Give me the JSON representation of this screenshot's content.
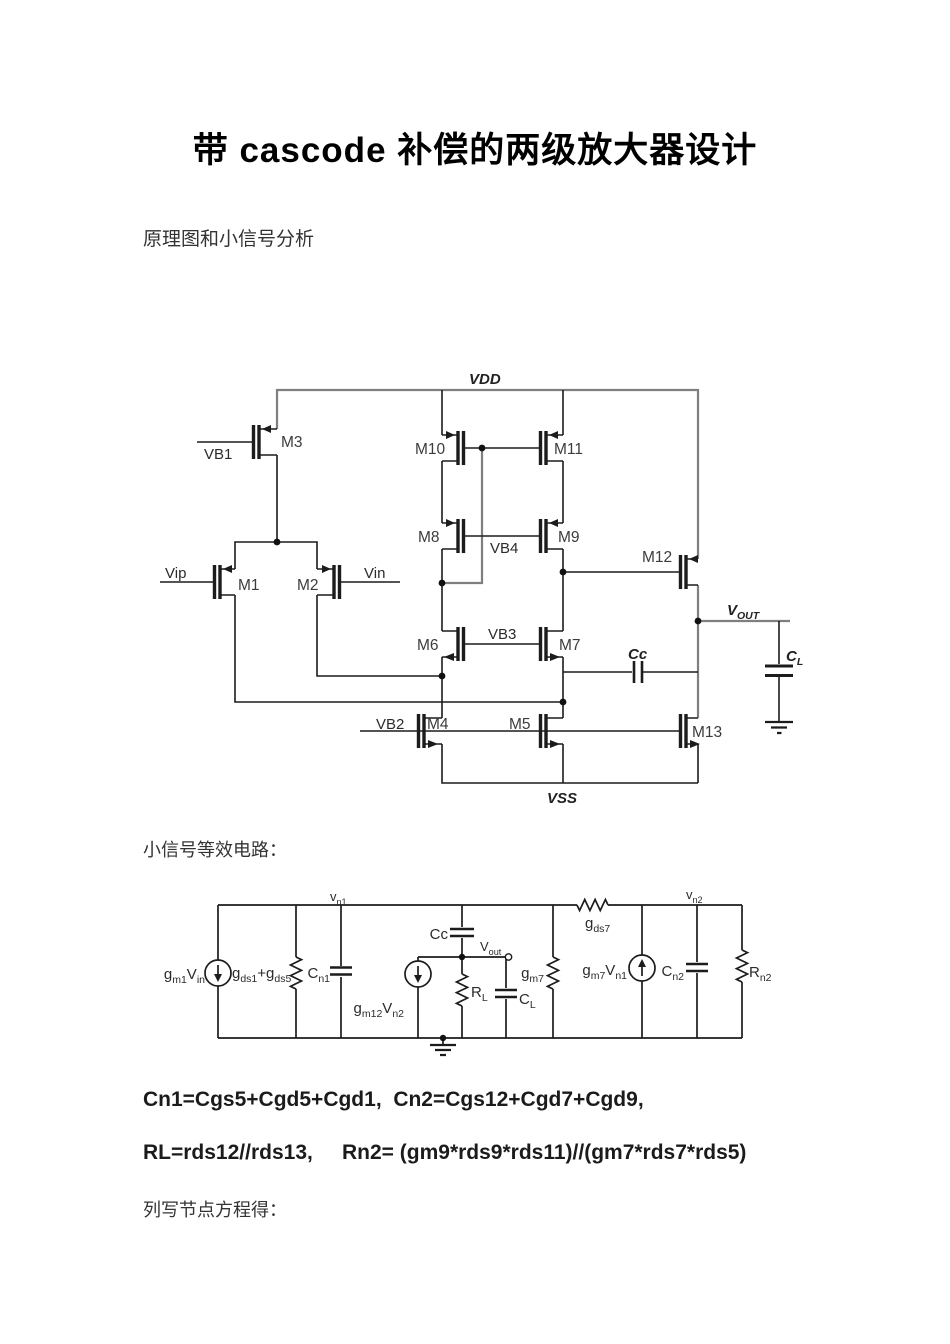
{
  "title": "带 cascode 补偿的两级放大器设计",
  "intro_text": "原理图和小信号分析",
  "small_signal_heading": "小信号等效电路：",
  "node_eq_text": "列写节点方程得：",
  "formulas": {
    "line1": "Cn1=Cgs5+Cgd5+Cgd1,  Cn2=Cgs12+Cgd7+Cgd9,",
    "line2": "RL=rds12//rds13,     Rn2= (gm9*rds9*rds11)//(gm7*rds7*rds5)"
  },
  "schematic": {
    "rails": {
      "vdd": "VDD",
      "vss": "VSS"
    },
    "inputs": {
      "vip": "Vip",
      "vin": "Vin"
    },
    "bias": {
      "vb1": "VB1",
      "vb2": "VB2",
      "vb3": "VB3",
      "vb4": "VB4"
    },
    "transistors": {
      "m1": "M1",
      "m2": "M2",
      "m3": "M3",
      "m4": "M4",
      "m5": "M5",
      "m6": "M6",
      "m7": "M7",
      "m8": "M8",
      "m9": "M9",
      "m10": "M10",
      "m11": "M11",
      "m12": "M12",
      "m13": "M13"
    },
    "output": "V_OUT",
    "caps": {
      "cc": "Cc",
      "cl": "C_L"
    }
  },
  "small_signal": {
    "nodes": {
      "vn1": "v_n1",
      "vn2": "v_n2",
      "vout": "V_out"
    },
    "sources": {
      "gm1vin": "g_m1_V_in",
      "gm12vn2": "g_m12_V_n2",
      "gm7vn1": "g_m7_V_n1"
    },
    "resistors": {
      "gds15": "g_ds1_+g_ds5",
      "gm7": "g_m7",
      "gds7": "g_ds7",
      "rl": "R_L",
      "rn2": "R_n2"
    },
    "caps": {
      "cn1": "C_n1",
      "cc": "Cc",
      "cl": "C_L",
      "cn2": "C_n2"
    }
  },
  "colors": {
    "ink": "#1c1c1c",
    "rail_grey": "#7f7f7f",
    "label_grey": "#3c3c3c"
  }
}
